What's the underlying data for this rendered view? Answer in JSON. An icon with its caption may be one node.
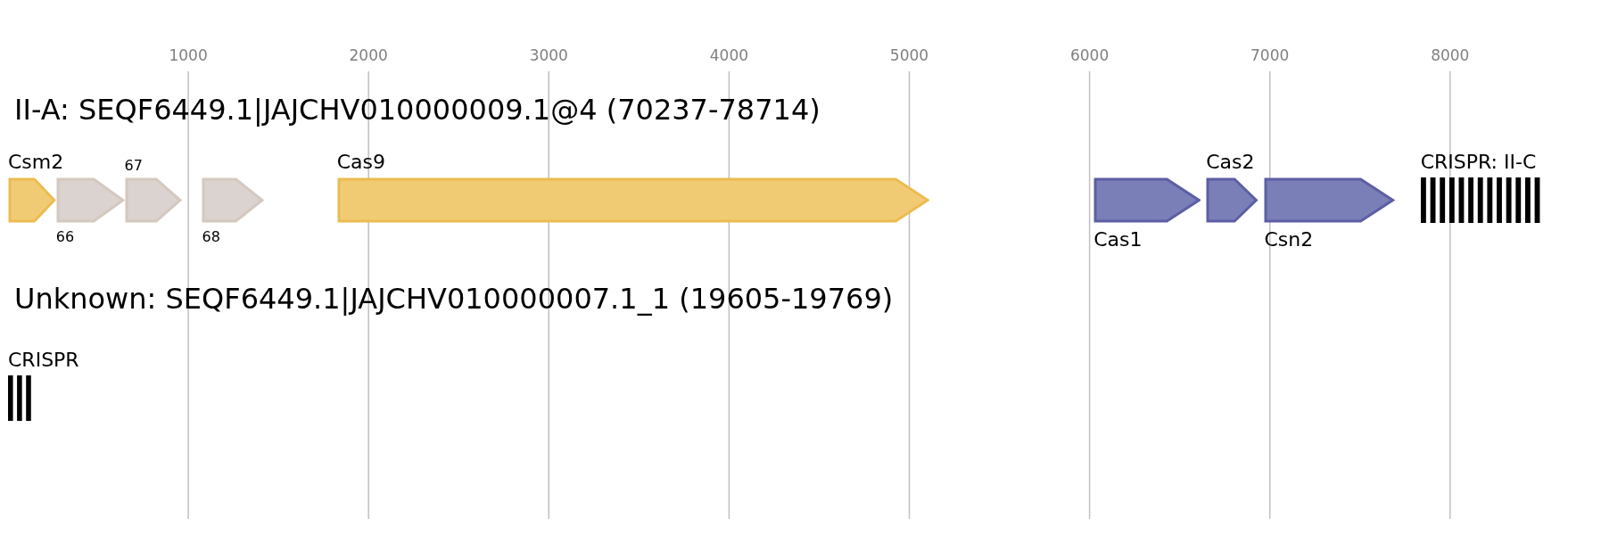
{
  "diagram": {
    "nodes": [
      {
        "text": [
          "Csm2"
        ]
      },
      {
        "text": [
          "66"
        ]
      },
      {
        "text": [
          "67"
        ]
      },
      {
        "text": [
          "68"
        ]
      },
      {
        "text": [
          "Cas9"
        ]
      },
      {
        "text": [
          "Cas1"
        ]
      },
      {
        "text": [
          "Cas2"
        ]
      },
      {
        "text": [
          "Csn2"
        ]
      },
      {
        "text": [
          "CRISPR: II-C"
        ]
      },
      {
        "text": [
          "CRISPR"
        ]
      }
    ],
    "edges": [],
    "labels": [
      "1000",
      "2000",
      "3000",
      "4000",
      "5000",
      "6000",
      "7000",
      "8000",
      "II-A: SEQF6449.1|JAJCHV010000009.1@4 (70237-78714)",
      "Unknown: SEQF6449.1|JAJCHV010000007.1_1 (19605-19769)"
    ]
  }
}
